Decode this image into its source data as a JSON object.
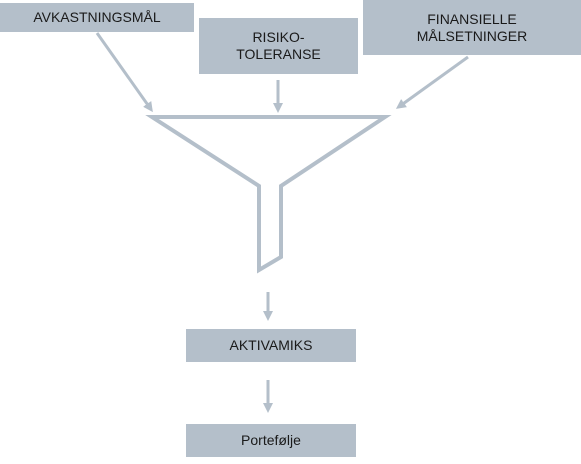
{
  "inputs": {
    "return_goal": "AVKASTNINGSMÅL",
    "risk_tolerance": [
      "RISIKO-",
      "TOLERANSE"
    ],
    "financial_goals": [
      "FINANSIELLE",
      "MÅLSETNINGER"
    ]
  },
  "outputs": {
    "asset_mix": "AKTIVAMIKS",
    "portfolio": "Portefølje"
  },
  "colors": {
    "box_fill": "#b4bfca",
    "line": "#b4bfca",
    "text": "#1a1a1a"
  },
  "icons": [
    "funnel-icon",
    "arrow-down-icon",
    "arrow-diagonal-icon"
  ]
}
